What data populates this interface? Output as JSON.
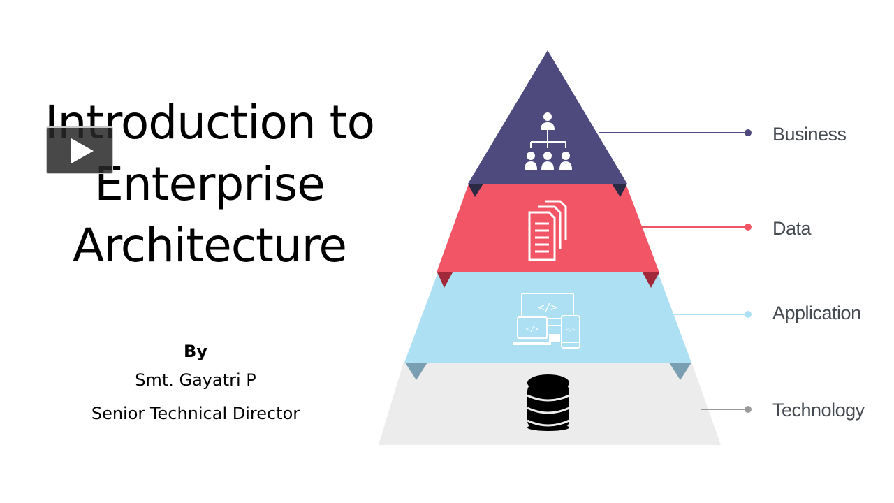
{
  "slide": {
    "title_lines": [
      "Introduction to",
      "Enterprise",
      "Architecture"
    ],
    "byline": {
      "by": "By",
      "author": "Smt. Gayatri P",
      "role": "Senior Technical Director"
    }
  },
  "player": {
    "play_icon": "play-icon"
  },
  "diagram": {
    "layers": [
      {
        "label": "Business",
        "color": "#4e4a7e",
        "icon": "org-chart-icon"
      },
      {
        "label": "Data",
        "color": "#f05565",
        "icon": "documents-icon"
      },
      {
        "label": "Application",
        "color": "#aee0f4",
        "icon": "devices-code-icon"
      },
      {
        "label": "Technology",
        "color": "#ededed",
        "icon": "database-icon"
      }
    ],
    "code_glyph": "</>"
  }
}
